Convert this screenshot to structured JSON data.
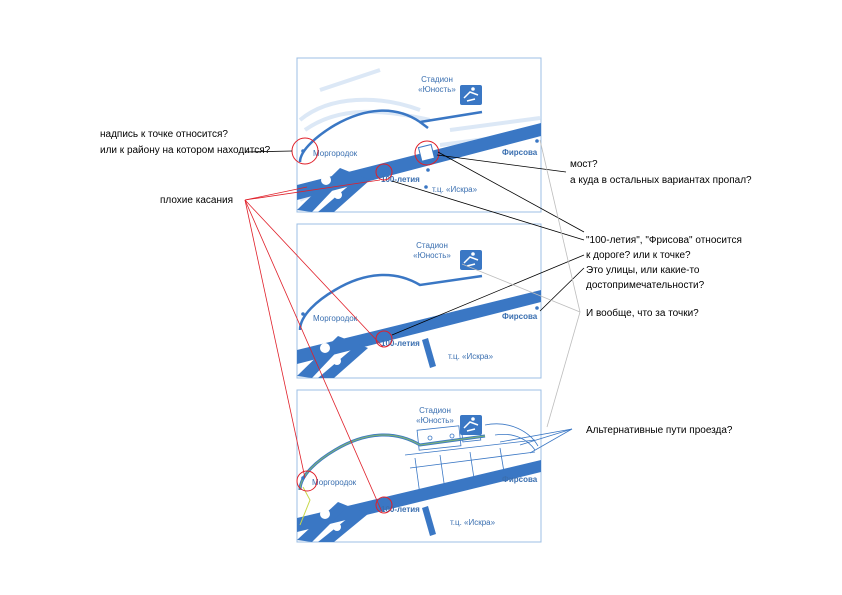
{
  "map_labels": {
    "stadium_line1": "Стадион",
    "stadium_line2": "«Юность»",
    "morgorodok": "Моргородок",
    "sto_letiya": "100-летия",
    "firsova": "Фирсова",
    "iskra": "т.ц. «Искра»"
  },
  "annotations": {
    "label_point": [
      "надпись к точке относится?",
      "или к району на котором находится?"
    ],
    "bad_touches": "плохие касания",
    "bridge": [
      "мост?",
      "а куда в остальных вариантах пропал?"
    ],
    "road_or_point": [
      "\"100-летия\", \"Фрисова\" относится",
      "к дороге? или к точке?",
      "Это улицы, или какие-то",
      "достопримечательности?"
    ],
    "what_points": "И вообще, что за точки?",
    "alt_routes": "Альтернативные пути проезда?"
  },
  "colors": {
    "road": "#3a77c4",
    "road_light": "#dce8f6",
    "route": "#7ab07a",
    "callout_red": "#e0202a",
    "callout_black": "#000000",
    "callout_gray": "#bdbdbd",
    "frame": "#9cbfe4"
  }
}
